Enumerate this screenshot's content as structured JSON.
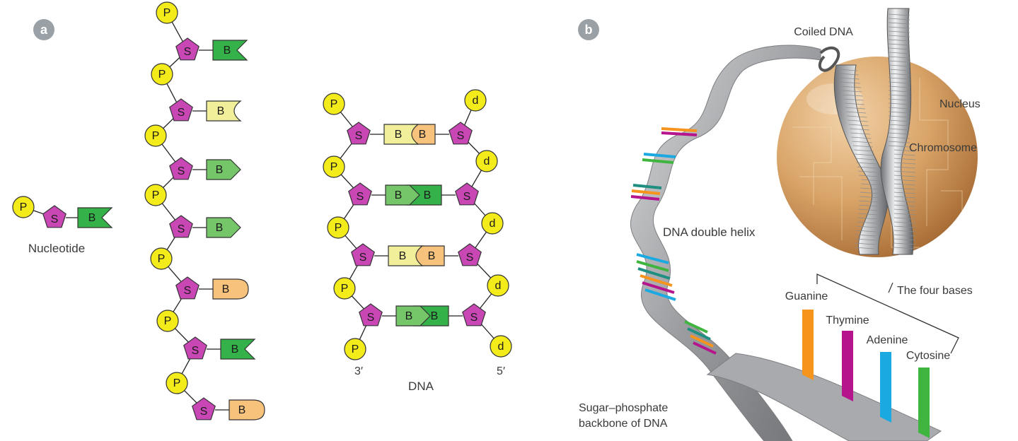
{
  "panel_a": {
    "letter": "a",
    "glyphs": {
      "phosphate": "P",
      "sugar": "S",
      "base": "B",
      "deoxy": "d"
    },
    "nucleotide_label": "Nucleotide",
    "dna_label": "DNA",
    "three_prime": "3′",
    "five_prime": "5′"
  },
  "panel_b": {
    "letter": "b",
    "labels": {
      "coiled_dna": "Coiled DNA",
      "nucleus": "Nucleus",
      "chromosome": "Chromosome",
      "double_helix": "DNA double helix",
      "four_bases": "The four bases",
      "backbone_line1": "Sugar–phosphate",
      "backbone_line2": "backbone of DNA"
    },
    "bases": [
      {
        "name": "Guanine",
        "color": "#f7941d"
      },
      {
        "name": "Thymine",
        "color": "#b5148c"
      },
      {
        "name": "Adenine",
        "color": "#1ba9e1"
      },
      {
        "name": "Cytosine",
        "color": "#3fb53f"
      }
    ]
  },
  "colors": {
    "phosphate": "#f4ec1a",
    "sugar": "#c847b4",
    "base_dark_green": "#35b14a",
    "base_light_green": "#75c569",
    "base_pale_yellow": "#f2ef9a",
    "base_orange": "#f7c27c",
    "nucleus": "#d9a468",
    "badge": "#9aa1a6"
  }
}
